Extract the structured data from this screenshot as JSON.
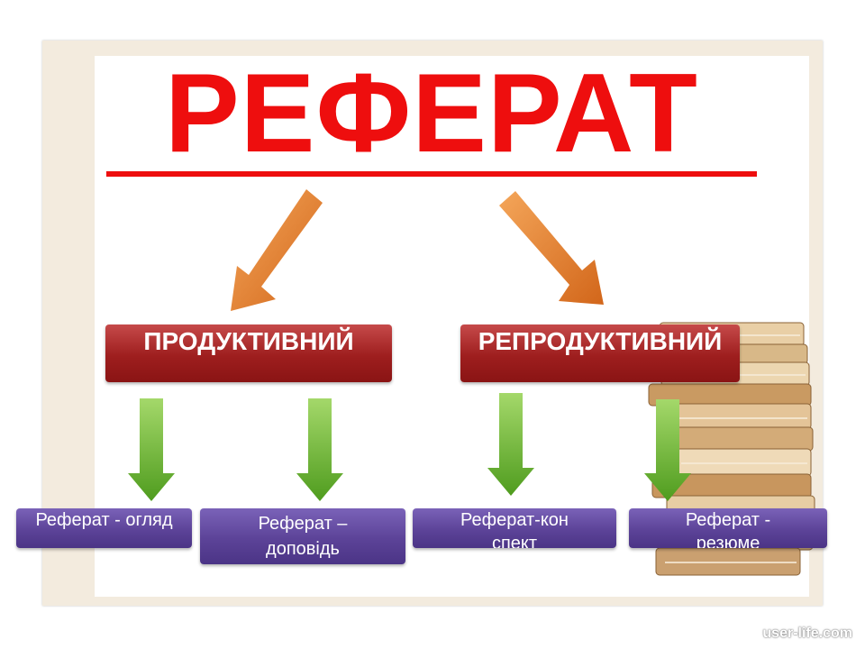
{
  "title": "РЕФЕРАТ",
  "categories": [
    {
      "label": "ПРОДУКТИВНИЙ"
    },
    {
      "label": "РЕПРОДУКТИВНИЙ"
    }
  ],
  "subtypes": [
    {
      "label": "Реферат - огляд"
    },
    {
      "label": "Реферат – доповідь"
    },
    {
      "label": "Реферат-конспект"
    },
    {
      "label": "Реферат - резюме"
    }
  ],
  "watermark": "user-life.com",
  "colors": {
    "title": "#ee0e0e",
    "category_box": "#a22424",
    "subtype_box": "#5c4398",
    "arrow_orange": "#e0781e",
    "arrow_green": "#6cb22c",
    "frame": "#f3ebde"
  }
}
